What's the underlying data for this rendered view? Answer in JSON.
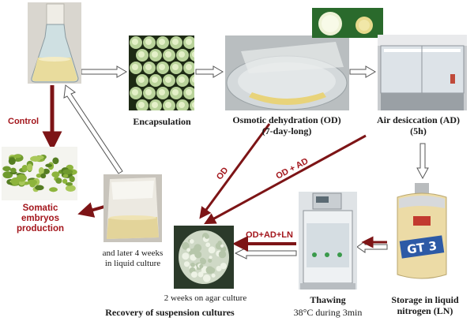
{
  "labels": {
    "encapsulation": "Encapsulation",
    "od_line1": "Osmotic dehydration (OD)",
    "od_line2": "(7-day-long)",
    "ad_line1": "Air desiccation (AD)",
    "ad_line2": "(5h)",
    "control": "Control",
    "somatic_line1": "Somatic",
    "somatic_line2": "embryos",
    "somatic_line3": "production",
    "liquid_line1": "and later 4 weeks",
    "liquid_line2": "in liquid culture",
    "agar": "2 weeks on agar culture",
    "recovery": "Recovery of suspension cultures",
    "thawing": "Thawing",
    "thawing_detail": "38°C during 3min",
    "storage_line1": "Storage in liquid",
    "storage_line2": "nitrogen (LN)",
    "od_arrow": "OD",
    "odad_arrow": "OD + AD",
    "odadln_arrow": "OD+AD+LN",
    "tank_label": "GT 3"
  },
  "colors": {
    "arrow_red": "#7d1416",
    "label_red": "#a3161c",
    "arrow_outline": "#555555"
  }
}
